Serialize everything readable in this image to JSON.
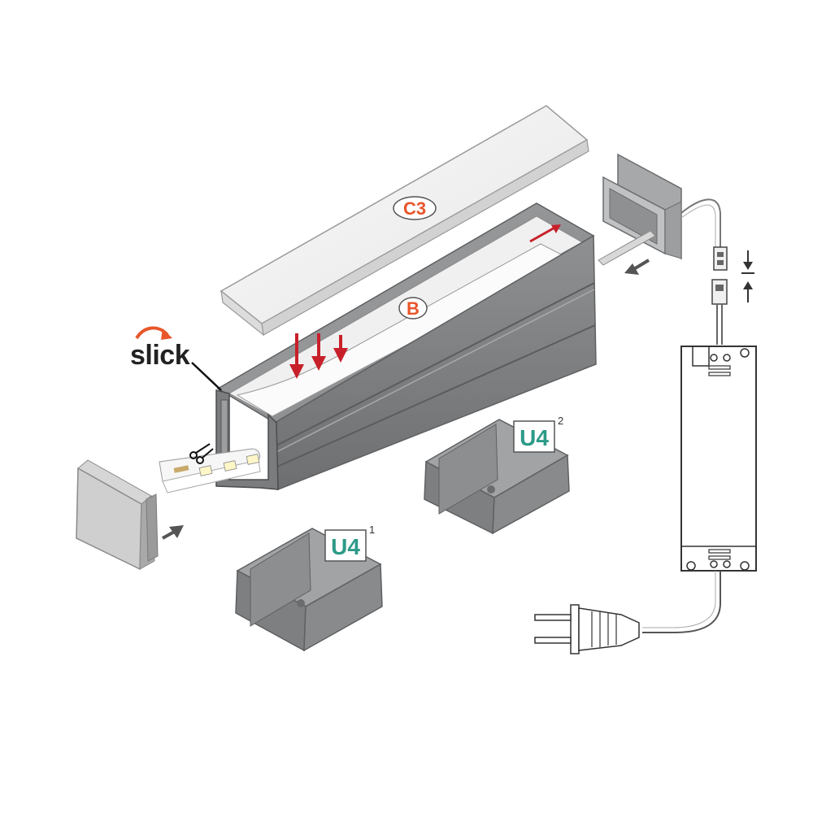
{
  "labels": {
    "cover": "C3",
    "tape": "B",
    "brand": "slick",
    "mount_1": "U4",
    "mount_1_index": "1",
    "mount_2": "U4",
    "mount_2_index": "2"
  },
  "icons": [
    "scissors-icon",
    "arrow-icon",
    "compress-arrows-icon",
    "plug-icon"
  ],
  "colors": {
    "profile": "#8d8f91",
    "profile_dark": "#6f7173",
    "cover": "#f4f4f4",
    "accent_red": "#e8562a",
    "arrow_red": "#c8202a",
    "label_teal": "#2d9a88",
    "arrow_grey": "#555555"
  }
}
